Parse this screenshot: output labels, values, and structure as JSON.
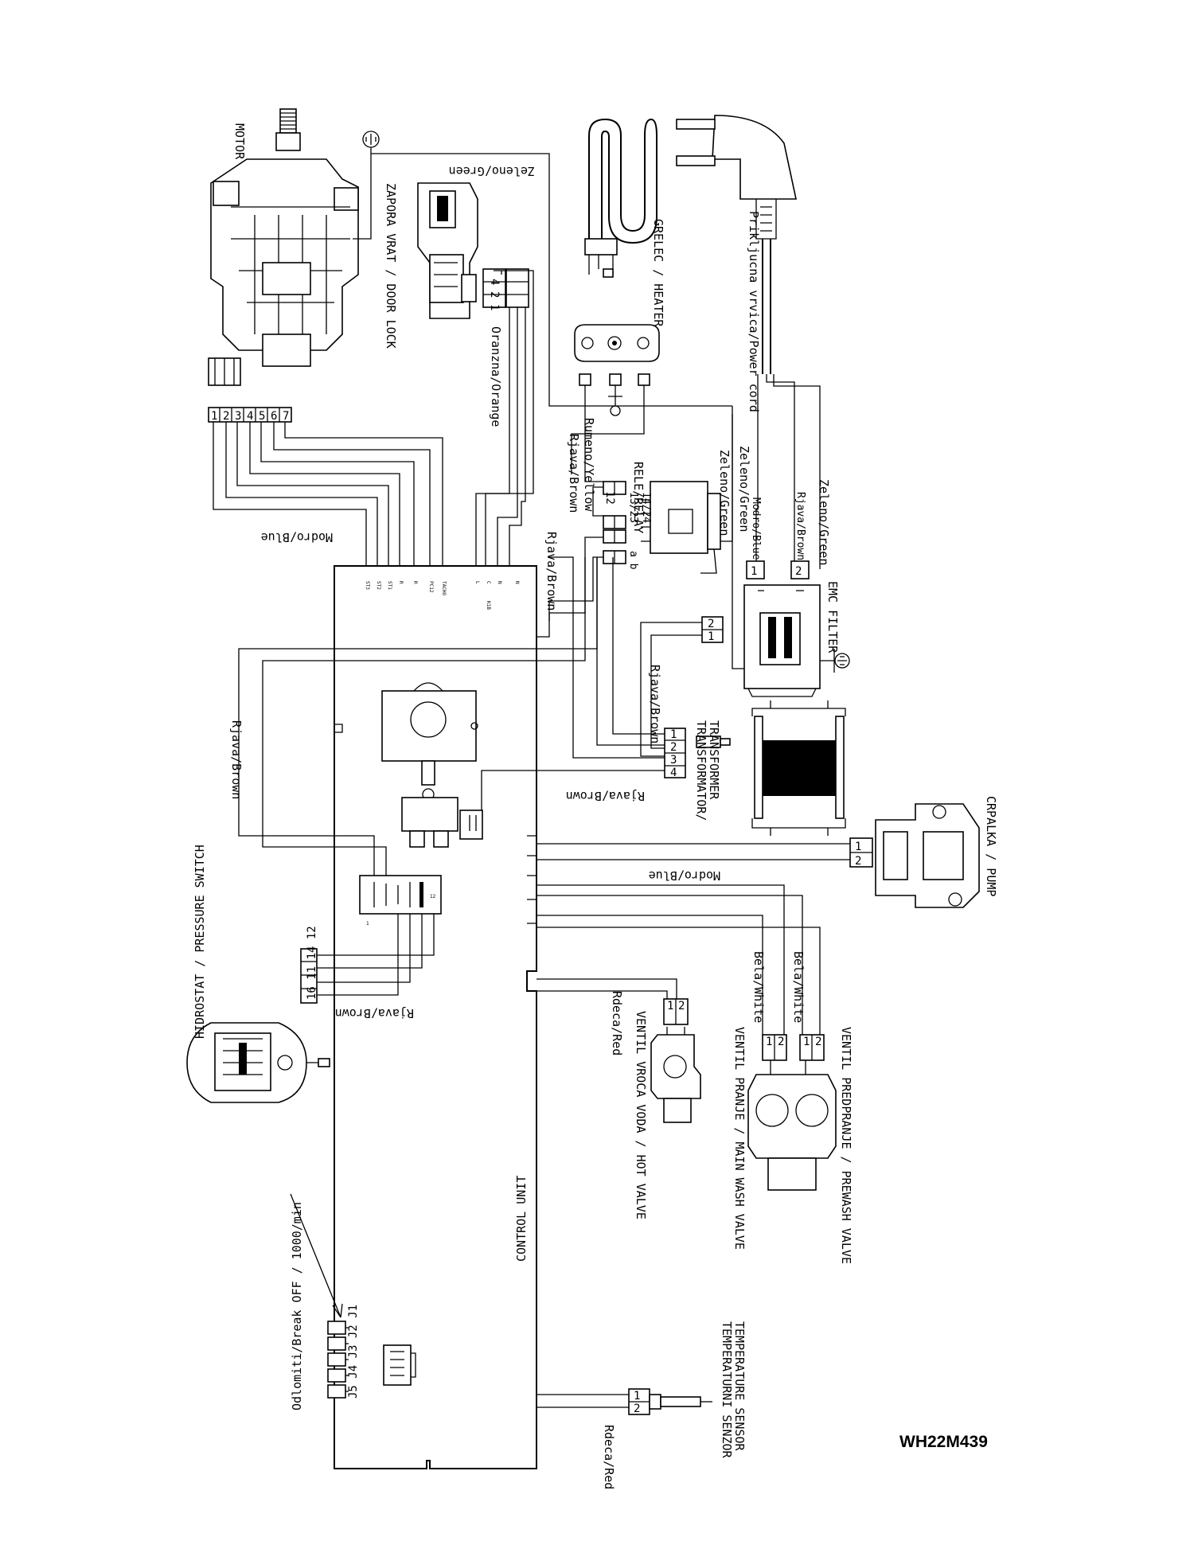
{
  "components": {
    "motor": "MOTOR",
    "door_lock": "ZAPORA VRAT / DOOR LOCK",
    "heater": "GRELEC / HEATER",
    "power_cord": "Prikljucna vrvica/Power cord",
    "relay": "RELE/RELAY",
    "emc_filter": "EMC FILTER",
    "transformer_line1": "TRANSFORMATOR/",
    "transformer_line2": "TRANSFORMER",
    "pump": "CRPALKA / PUMP",
    "pressure_switch": "HIDROSTAT / PRESSURE SWITCH",
    "hot_valve": "VENTIL VROCA VODA / HOT VALVE",
    "main_wash_valve": "VENTIL PRANJE / MAIN WASH VALVE",
    "prewash_valve": "VENTIL PREDPRANJE / PREWASH VALVE",
    "control_unit": "CONTROL UNIT",
    "temp_sensor_line1": "TEMPERATURNI SENZOR",
    "temp_sensor_line2": "TEMPERATURE SENSOR",
    "break_off": "Odlomiti/Break OFF / 1000/min"
  },
  "wires": {
    "green_top": "Zeleno/Green",
    "orange": "Oranzna/Orange",
    "blue_motor": "Modro/Blue",
    "brown_relay": "Rjava/Brown",
    "yellow_relay": "Rumeno/Yellow",
    "green_relay": "Zeleno/Green",
    "green_relay_right": "Zeleno/Green",
    "brown_cu": "Rjava/Brown",
    "blue_emc": "Modro/Blue",
    "brown_emc": "Rjava/Brown",
    "green_emc": "Zeleno/Green",
    "brown_trans": "Rjava/Brown",
    "brown_left": "Rjava/Brown",
    "brown_pot": "Rjava/Brown",
    "blue_pump": "Modro/Blue",
    "red_hot": "Rdeca/Red",
    "white_main": "Bela/White",
    "white_pre": "Bela/White",
    "brown_hydro": "Rjava/Brown",
    "red_sensor": "Rdeca/Red"
  },
  "relay_pins": {
    "top": "12",
    "a": "13/23",
    "b": "14/24",
    "ab": "a b"
  },
  "motor_pins": [
    "1",
    "2",
    "3",
    "4",
    "5",
    "6",
    "7"
  ],
  "jumpers": "J5 J4 J3 J2 J1",
  "hydro_pins": "16 11 14 12",
  "drawing_code": "WH22M439"
}
